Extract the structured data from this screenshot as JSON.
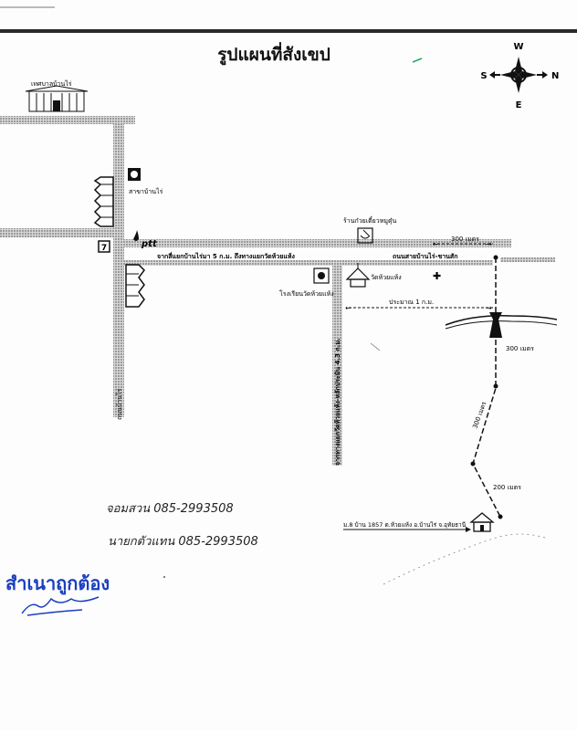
{
  "title": "รูปแผนที่สังเขป",
  "compass": {
    "north": "N",
    "south": "S",
    "east": "E",
    "west": "W"
  },
  "landmarks": {
    "municipality": "เทศบาลบ้านไร่",
    "branch": "สาขาบ้านไร่",
    "ptt": "ptt",
    "noodle_shop": "ร้านก๋วยเตี๋ยวหมูตุ๋น",
    "temple": "วัดห้วยแห้ง",
    "school": "โรงเรียนวัดห้วยแห้ง",
    "destination_address": "ม.8 บ้าน 1857 ต.ห้วยแห้ง อ.บ้านไร่ จ.อุทัยธานี"
  },
  "roads": {
    "main_road_note": "จากสี่แยกบ้านไร่มา 5 ก.ม. ถึงทางแยกวัดห้วยแห้ง",
    "road_name": "ถนนสายบ้านไร่-ชานสัก",
    "vertical_road_left": "ถนนบ้านไร่",
    "vertical_road_mid": "จากทางแยกวัดห้วยแห้ง-หลักประมิน 4.3 ก.ม."
  },
  "distances": {
    "d1": "300 เมตร",
    "approx": "ประมาณ 1 ก.ม.",
    "d2": "300 เมตร",
    "d3": "300 เมตร",
    "d4": "200 เมตร"
  },
  "handwriting": {
    "line1": "จอมสวน  085-2993508",
    "line2": "นายกตัวแทน  085-2993508"
  },
  "stamp": {
    "certified": "สำเนาถูกต้อง"
  },
  "colors": {
    "ink": "#111111",
    "stamp_blue": "#1a3fbf",
    "road_dots": "#8a8a8a"
  }
}
